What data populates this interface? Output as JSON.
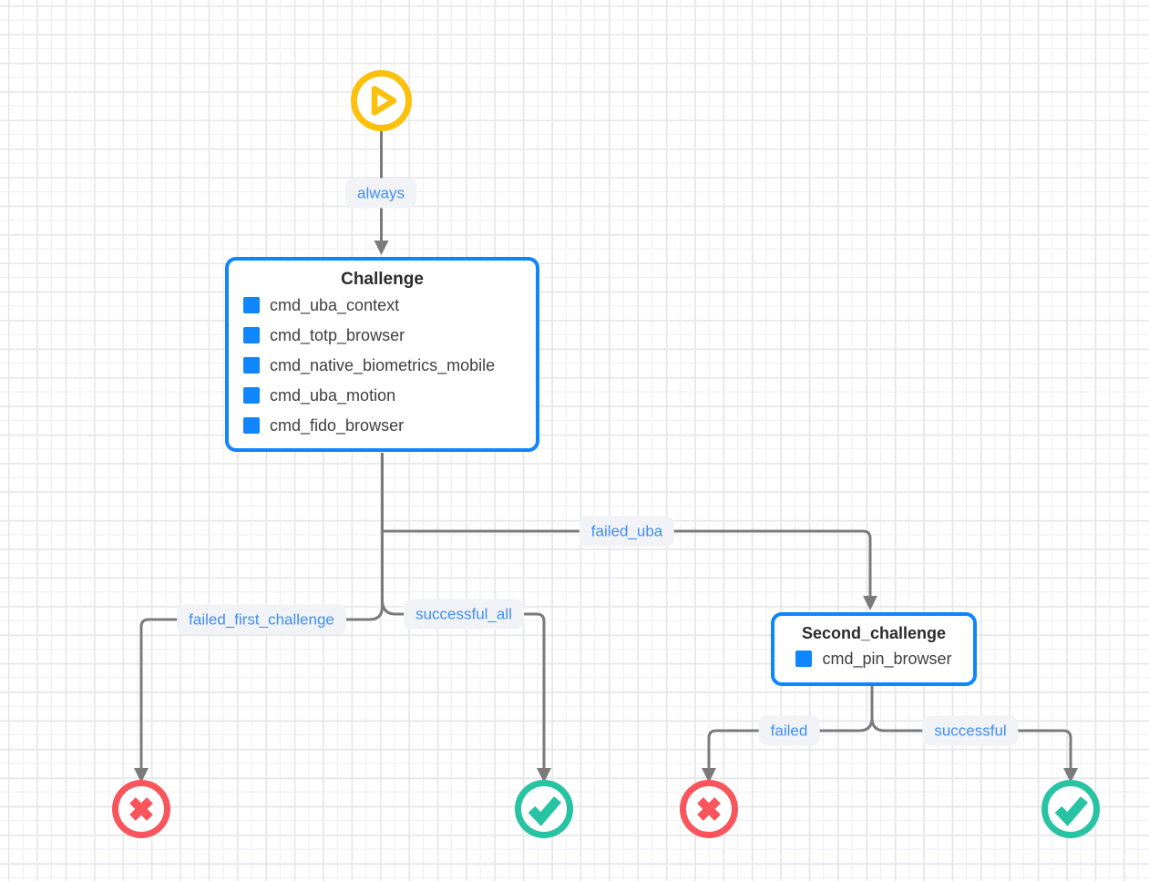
{
  "diagram_type": "authentication-challenge-flowchart",
  "edges": {
    "always": "always",
    "failed_uba": "failed_uba",
    "failed_first_challenge": "failed_first_challenge",
    "successful_all": "successful_all",
    "failed": "failed",
    "successful": "successful"
  },
  "nodes": {
    "start": {
      "icon": "play-circle-icon"
    },
    "challenge": {
      "title": "Challenge",
      "items": [
        "cmd_uba_context",
        "cmd_totp_browser",
        "cmd_native_biometrics_mobile",
        "cmd_uba_motion",
        "cmd_fido_browser"
      ]
    },
    "second_challenge": {
      "title": "Second_challenge",
      "items": [
        "cmd_pin_browser"
      ]
    },
    "terminals": [
      {
        "icon": "x-circle-icon",
        "result": "failure"
      },
      {
        "icon": "check-circle-icon",
        "result": "success"
      },
      {
        "icon": "x-circle-icon",
        "result": "failure"
      },
      {
        "icon": "check-circle-icon",
        "result": "success"
      }
    ]
  },
  "colors": {
    "node_border": "#0f86fb",
    "command_square": "#0f86fb",
    "edge_line": "#7b7b7b",
    "edge_label_text": "#3e8ef6",
    "edge_label_bg": "#f1f3f6",
    "start_icon": "#fcc00d",
    "failure_icon": "#f8555d",
    "success_icon": "#27c3a2",
    "grid_line": "#ececef"
  }
}
